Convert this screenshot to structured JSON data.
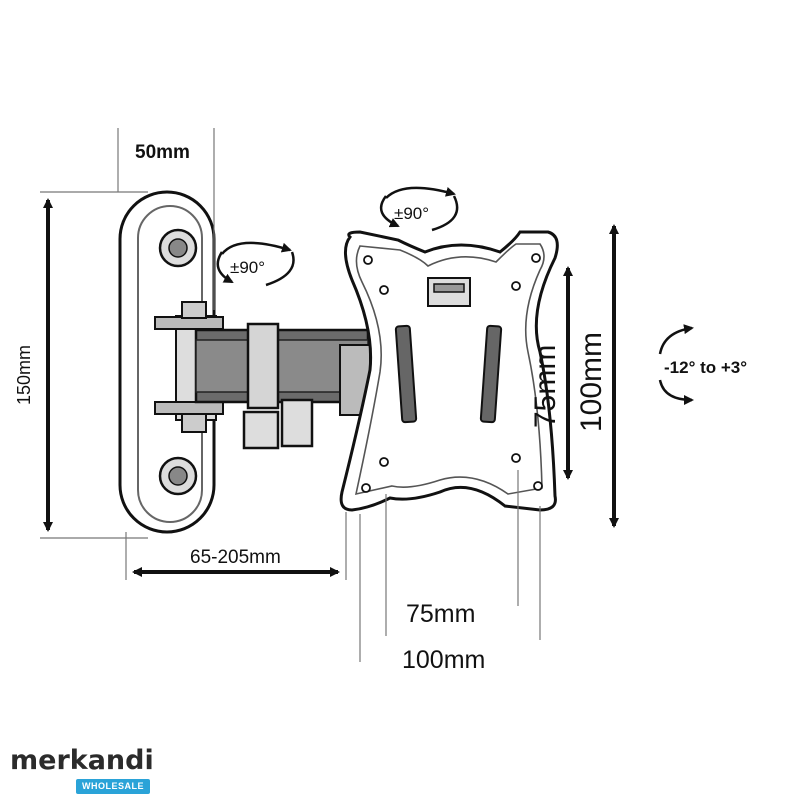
{
  "labels": {
    "wall_plate_width": "50mm",
    "wall_plate_height": "150mm",
    "arm_extension": "65-205mm",
    "wall_swivel": "±90°",
    "head_swivel": "±90°",
    "tilt": "-12° to +3°",
    "vesa_v_small": "75mm",
    "vesa_v_large": "100mm",
    "vesa_h_small": "75mm",
    "vesa_h_large": "100mm"
  },
  "logo": {
    "name": "merkandi",
    "badge": "WHOLESALE"
  },
  "colors": {
    "ink": "#111111",
    "line": "#555555",
    "fill_dark": "#6b6b6b",
    "fill_light": "#d9d9d9",
    "badge": "#2aa3d8"
  }
}
